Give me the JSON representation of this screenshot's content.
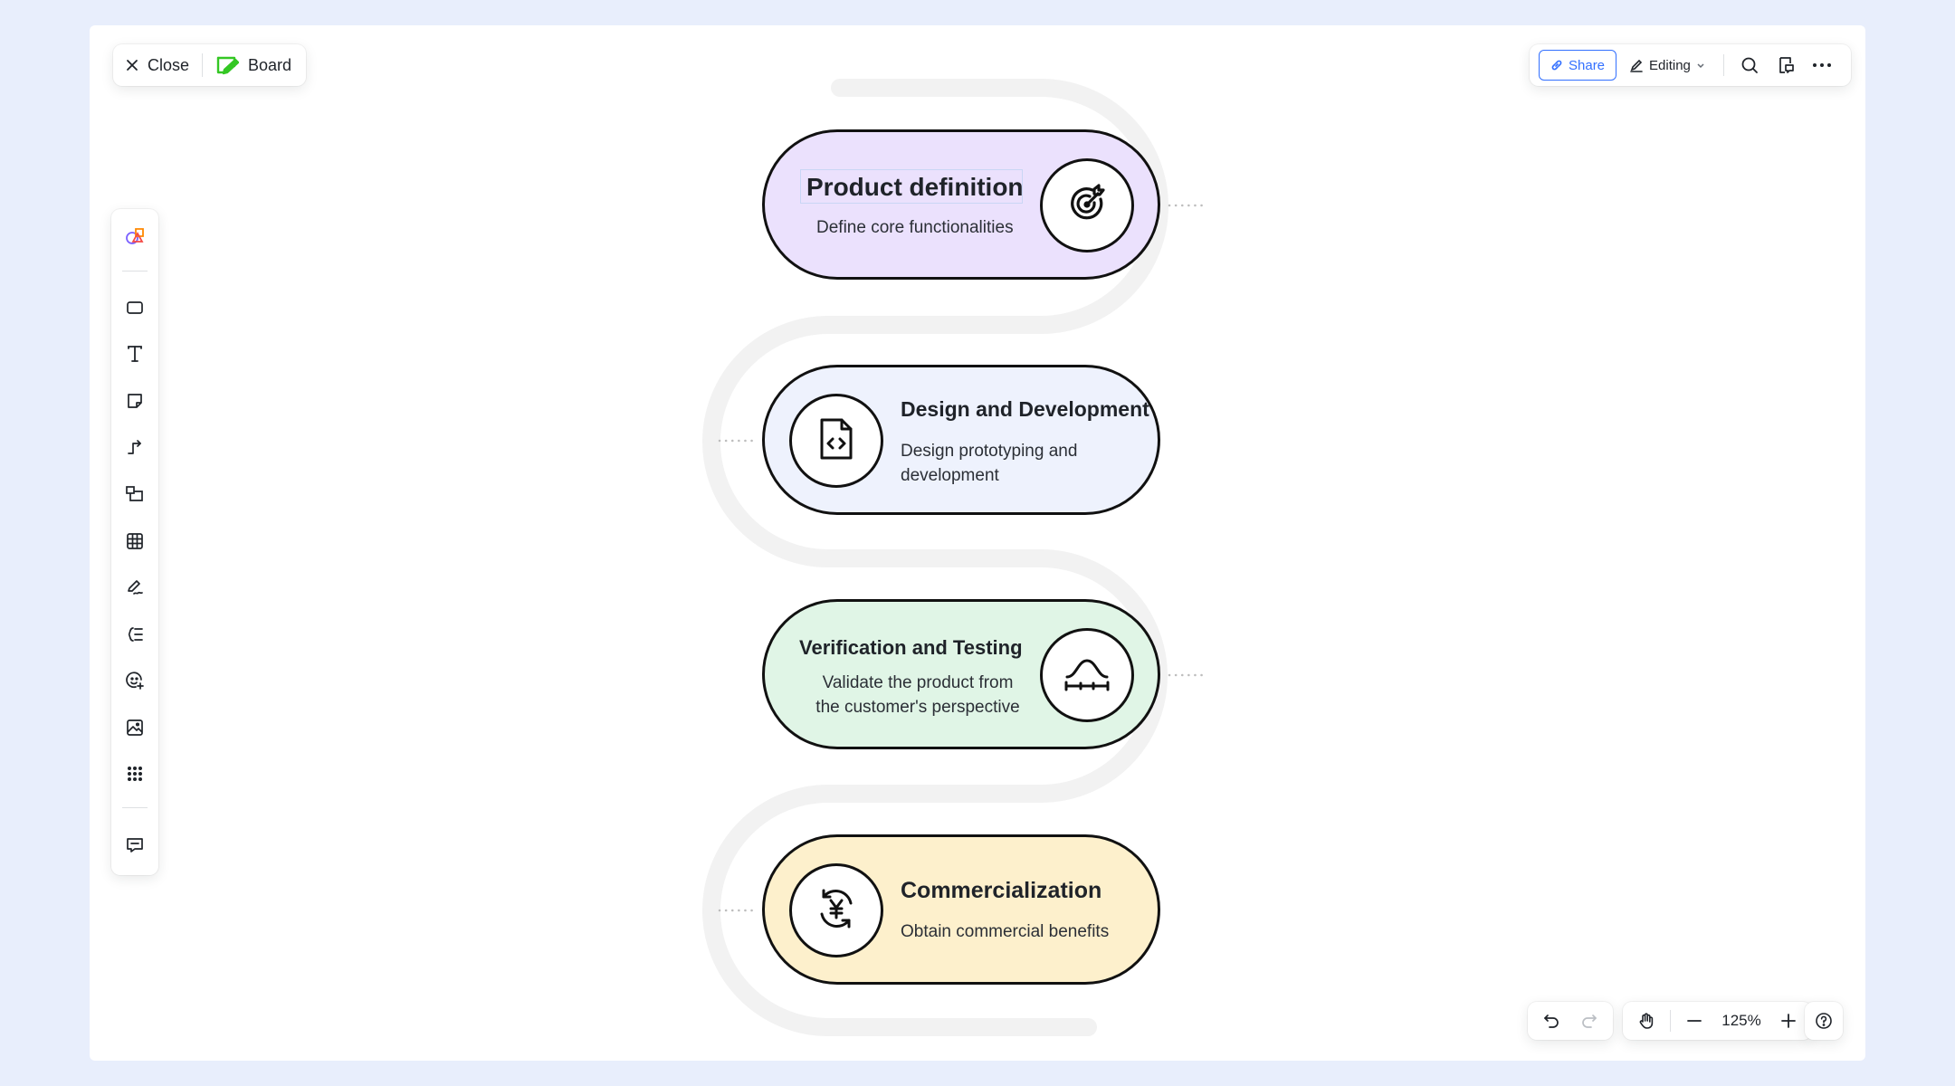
{
  "topbar": {
    "close_label": "Close",
    "board_label": "Board",
    "share_label": "Share",
    "editing_label": "Editing"
  },
  "diagram": {
    "steps": [
      {
        "title": "Product definition",
        "desc": "Define core functionalities",
        "color": "#ebe1fd",
        "icon": "target-icon"
      },
      {
        "title": "Design and Development",
        "desc": "Design prototyping and development",
        "color": "#eef2fd",
        "icon": "code-file-icon"
      },
      {
        "title": "Verification and Testing",
        "desc": "Validate the product from the customer's perspective",
        "color": "#e0f5e6",
        "icon": "bell-curve-icon"
      },
      {
        "title": "Commercialization",
        "desc": "Obtain commercial benefits",
        "color": "#fdf0cc",
        "icon": "yen-exchange-icon"
      }
    ]
  },
  "zoom": {
    "level": "125%"
  },
  "colors": {
    "background": "#e8eefc",
    "canvas": "#ffffff",
    "accent": "#3370ff",
    "path": "#f2f2f2"
  }
}
